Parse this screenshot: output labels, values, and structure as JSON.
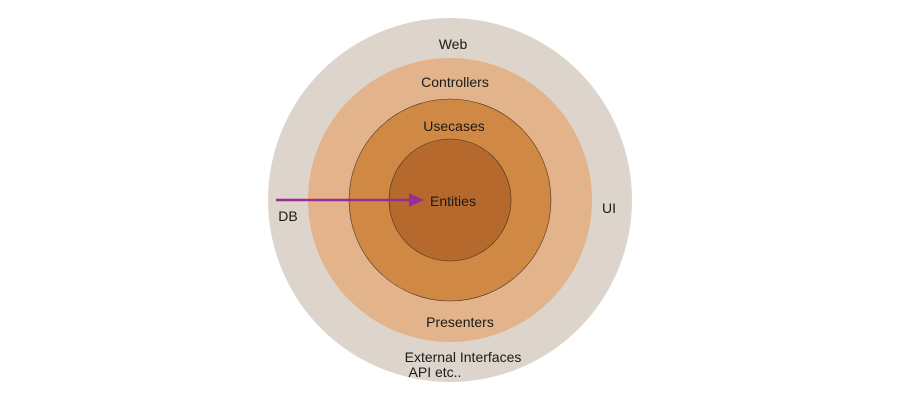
{
  "diagram": {
    "layers": {
      "outer": {
        "top_label": "Web",
        "right_label": "UI",
        "left_label": "DB",
        "bottom_label_line1": "External Interfaces",
        "bottom_label_line2": "API etc.."
      },
      "controllers": {
        "top_label": "Controllers",
        "bottom_label": "Presenters"
      },
      "usecases": {
        "label": "Usecases"
      },
      "entities": {
        "label": "Entities"
      }
    },
    "colors": {
      "outer": "#DDD5CB",
      "controllers": "#E3B48B",
      "usecases": "#D08845",
      "entities": "#B5692C",
      "arrow": "#9B2C96"
    }
  }
}
